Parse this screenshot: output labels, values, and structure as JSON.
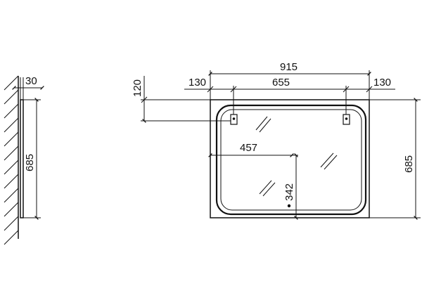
{
  "side_view": {
    "thickness": "30",
    "height": "685"
  },
  "front_view": {
    "overall_width": "915",
    "left_margin": "130",
    "hanger_spacing": "655",
    "right_margin": "130",
    "hanger_drop": "120",
    "overall_height": "685",
    "sensor_offset_x": "457",
    "sensor_offset_y": "342"
  },
  "colors": {
    "line": "#111111",
    "background": "#ffffff"
  }
}
